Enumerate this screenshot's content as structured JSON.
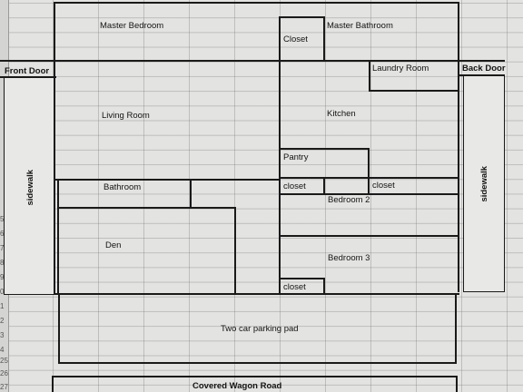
{
  "floor_plan": {
    "rooms": {
      "master_bedroom": "Master Bedroom",
      "closet_top": "Closet",
      "master_bathroom": "Master Bathroom",
      "laundry_room": "Laundry Room",
      "living_room": "Living Room",
      "kitchen": "Kitchen",
      "pantry": "Pantry",
      "bathroom": "Bathroom",
      "closet_hall_left": "closet",
      "closet_hall_right": "closet",
      "bedroom_2": "Bedroom 2",
      "den": "Den",
      "bedroom_3": "Bedroom 3",
      "closet_bottom": "closet"
    },
    "labels": {
      "front_door": "Front Door",
      "back_door": "Back Door",
      "sidewalk_left": "sidewalk",
      "sidewalk_right": "sidewalk",
      "parking_pad": "Two car parking pad",
      "road": "Covered Wagon Road"
    },
    "row_numbers": [
      "5",
      "6",
      "7",
      "8",
      "9",
      "0",
      "1",
      "2",
      "3",
      "4",
      "25",
      "26",
      "27"
    ]
  }
}
